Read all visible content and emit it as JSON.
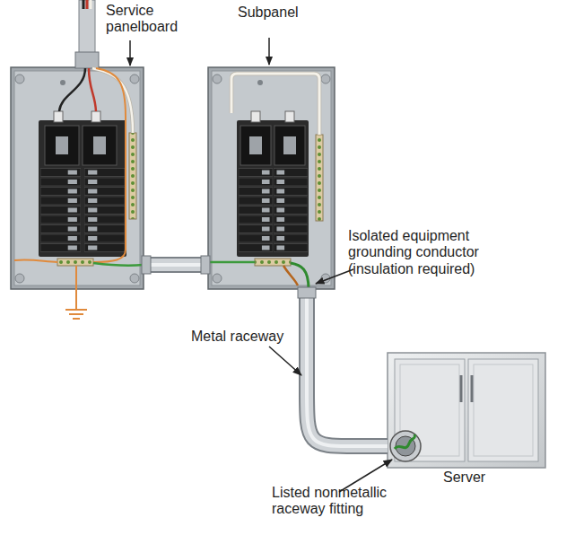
{
  "diagram": {
    "nodes": [
      {
        "text": [
          "Service panelboard"
        ]
      },
      {
        "text": [
          "Subpanel"
        ]
      },
      {
        "text": [
          "Server"
        ]
      }
    ],
    "edges": [
      {
        "from": 0,
        "to": 1,
        "arrow": "none"
      },
      {
        "from": 1,
        "to": 2,
        "arrow": "none"
      }
    ],
    "labels": [
      "Isolated equipment grounding conductor (insulation required)",
      "Metal raceway",
      "Listed nonmetallic raceway fitting"
    ]
  }
}
